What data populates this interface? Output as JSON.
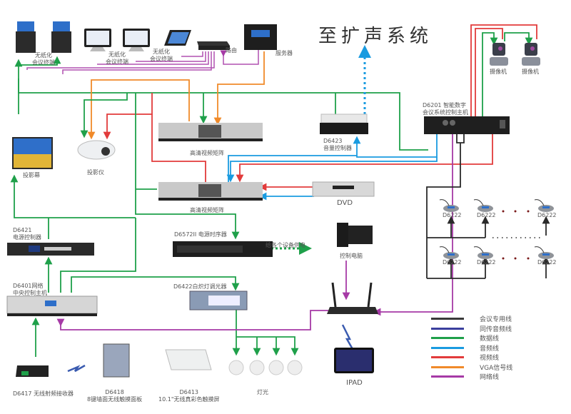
{
  "title": "至扩声系统",
  "devices": {
    "paperless_terminal_1": "无纸化\n会议终端",
    "paperless_terminal_2": "无纸化\n会议终端",
    "paperless_terminal_3": "无纸化\n会议终端",
    "router_top": "路由",
    "server": "服务器",
    "camera_1": "摄像机",
    "camera_2": "摄像机",
    "main_host": "D6201 智能数字\n会议系统控制主机",
    "projection_screen": "投影幕",
    "projector": "投影仪",
    "hd_matrix_1": "高清视频矩阵",
    "hd_matrix_2": "高清视频矩阵",
    "volume_controller": "D6423\n音量控制器",
    "dvd": "DVD",
    "power_controller": "D6421\n电源控制器",
    "power_sequencer": "D6572II 电源时序器",
    "power_note": "给各个设备供电",
    "control_pc": "控制电脑",
    "central_host": "D6401网络\n中央控制主机",
    "dimmer": "D6422白炽灯调光器",
    "rf_receiver": "D6417 无线射频接收器",
    "wall_panel": "D6418\n8键墙面无线触摸面板",
    "touch_screen": "D6413\n10.1\"无线真彩色触摸屏",
    "lights": "灯光",
    "ipad": "IPAD",
    "delegate_unit": "D6222"
  },
  "legend": [
    {
      "label": "会议专用线",
      "color": "#3a3a3a"
    },
    {
      "label": "同传音频线",
      "color": "#3b3f9e"
    },
    {
      "label": "数据线",
      "color": "#1fa04a"
    },
    {
      "label": "音频线",
      "color": "#1a9be0"
    },
    {
      "label": "视频线",
      "color": "#e23b3b"
    },
    {
      "label": "VGA信号线",
      "color": "#f08a2a"
    },
    {
      "label": "网络线",
      "color": "#a63aa6"
    }
  ]
}
